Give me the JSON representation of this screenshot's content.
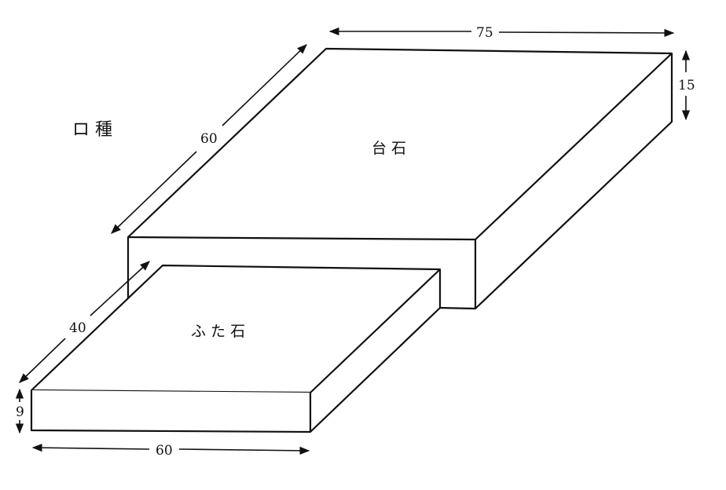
{
  "title": "ロ 種",
  "labels": {
    "base_stone": "台 石",
    "lid_stone": "ふ た 石"
  },
  "dimensions": {
    "base_width": "75",
    "base_depth": "60",
    "base_height": "15",
    "lid_depth": "40",
    "lid_height": "9",
    "lid_width": "60"
  }
}
